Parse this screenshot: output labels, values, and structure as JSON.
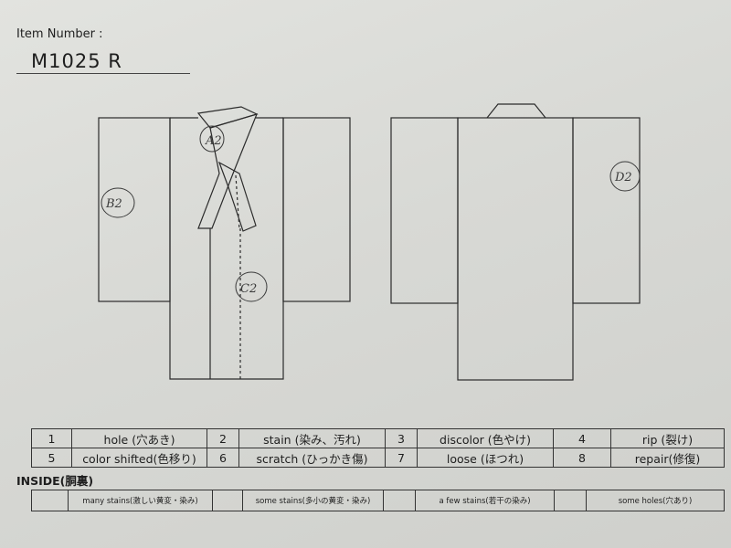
{
  "header": {
    "item_number_label": "Item Number :",
    "item_number_value": "M1025 R"
  },
  "annotations": {
    "collar_mark": "A2",
    "left_sleeve_mark": "B2",
    "front_mark": "C2",
    "back_sleeve_mark": "D2"
  },
  "legend": {
    "rows": [
      [
        {
          "num": "1",
          "label": "hole (穴あき)"
        },
        {
          "num": "2",
          "label": "stain (染み、汚れ)"
        },
        {
          "num": "3",
          "label": "discolor (色やけ)"
        },
        {
          "num": "4",
          "label": "rip (裂け)"
        }
      ],
      [
        {
          "num": "5",
          "label": "color shifted(色移り)"
        },
        {
          "num": "6",
          "label": "scratch (ひっかき傷)"
        },
        {
          "num": "7",
          "label": "loose (ほつれ)"
        },
        {
          "num": "8",
          "label": "repair(修復)"
        }
      ]
    ]
  },
  "inside": {
    "label": "INSIDE(胴裏)",
    "items": [
      "many stains(激しい黄変・染み)",
      "some stains(多小の黄変・染み)",
      "a few stains(若干の染み)",
      "some holes(穴あり)"
    ]
  }
}
